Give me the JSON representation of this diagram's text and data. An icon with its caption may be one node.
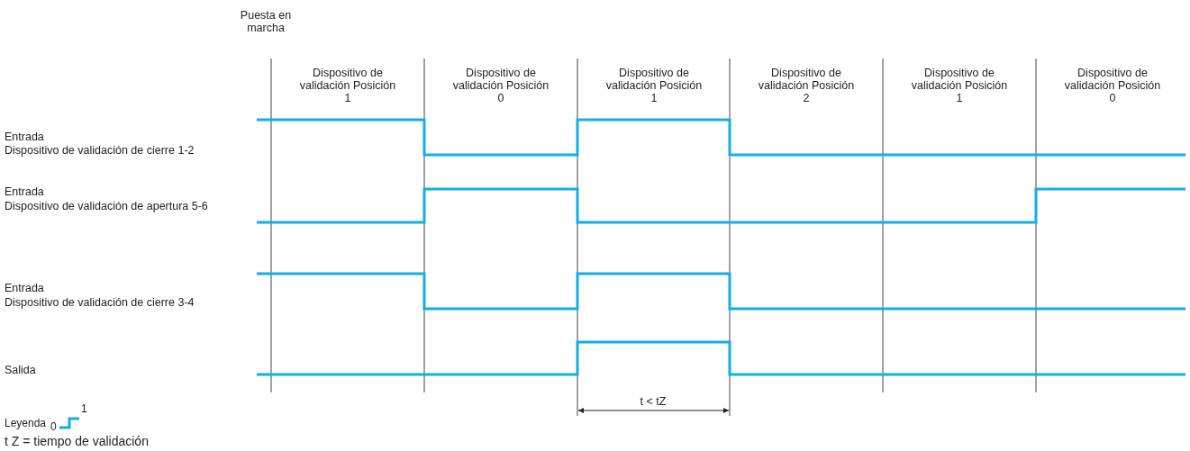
{
  "diagram": {
    "labels": [
      "Puesta en marcha",
      "Dispositivo de validación Posición 1",
      "Dispositivo de validación Posición 0",
      "Dispositivo de validación Posición 1",
      "Dispositivo de validación Posición 2",
      "Dispositivo de validación Posición 1",
      "Dispositivo de validación Posición 0",
      "Entrada",
      "Dispositivo de validación de cierre 1-2",
      "Entrada",
      "Dispositivo de validación de apertura 5-6",
      "Entrada",
      "Dispositivo de validación de cierre 3-4",
      "Salida",
      "t < tZ",
      "Leyenda",
      "0",
      "1",
      "t Z = tiempo de validación"
    ]
  }
}
